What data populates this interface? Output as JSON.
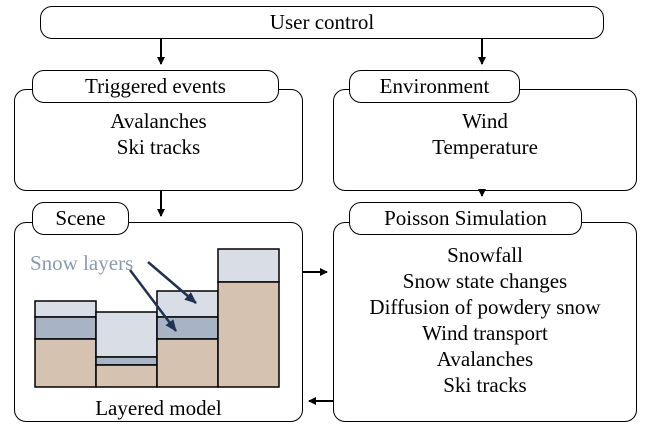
{
  "user_control": "User control",
  "triggered_events": {
    "title": "Triggered events",
    "items": [
      "Avalanches",
      "Ski tracks"
    ]
  },
  "environment": {
    "title": "Environment",
    "items": [
      "Wind",
      "Temperature"
    ]
  },
  "scene": {
    "title": "Scene",
    "layers_label": "Snow layers",
    "caption": "Layered model"
  },
  "poisson_simulation": {
    "title": "Poisson Simulation",
    "items": [
      "Snowfall",
      "Snow state changes",
      "Diffusion of powdery snow",
      "Wind transport",
      "Avalanches",
      "Ski tracks"
    ]
  },
  "colors": {
    "ground": "#d5c2b0",
    "snow_dense": "#a9b3c6",
    "snow_powder": "#d9dde6",
    "snow_label": "#8a9bb1"
  }
}
